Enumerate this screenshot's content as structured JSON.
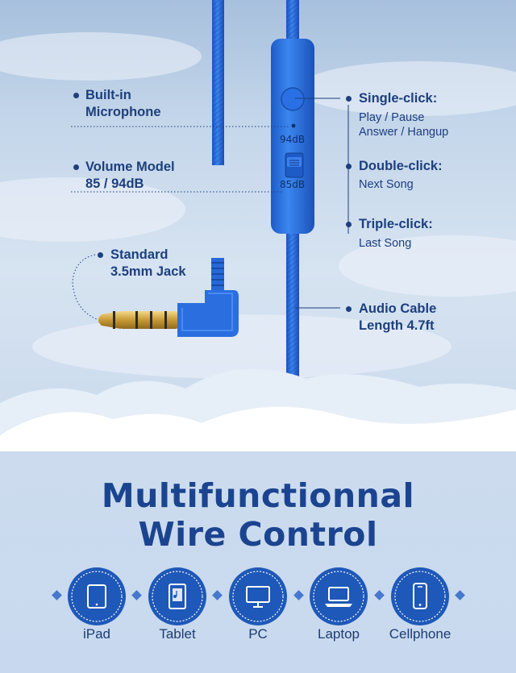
{
  "callouts": {
    "microphone": [
      "Built-in",
      "Microphone"
    ],
    "volume": [
      "Volume Model",
      "85 / 94dB"
    ],
    "jack": [
      "Standard",
      "3.5mm Jack"
    ],
    "single_click": {
      "title": "Single-click:",
      "lines": [
        "Play / Pause",
        "Answer / Hangup"
      ]
    },
    "double_click": {
      "title": "Double-click:",
      "line": "Next Song"
    },
    "triple_click": {
      "title": "Triple-click:",
      "line": "Last Song"
    },
    "cable": [
      "Audio Cable",
      "Length 4.7ft"
    ]
  },
  "remote": {
    "top_label": "94dB",
    "bottom_label": "85dB"
  },
  "headline": [
    "Multifunctionnal",
    "Wire Control"
  ],
  "devices": [
    {
      "name": "iPad",
      "icon": "ipad-icon"
    },
    {
      "name": "Tablet",
      "icon": "tablet-icon"
    },
    {
      "name": "PC",
      "icon": "pc-icon"
    },
    {
      "name": "Laptop",
      "icon": "laptop-icon"
    },
    {
      "name": "Cellphone",
      "icon": "cellphone-icon"
    }
  ],
  "colors": {
    "navy": "#1c3f7e",
    "cable_blue": "#2d6fe0",
    "accent": "#1b4490",
    "badge": "#1e58b8"
  }
}
